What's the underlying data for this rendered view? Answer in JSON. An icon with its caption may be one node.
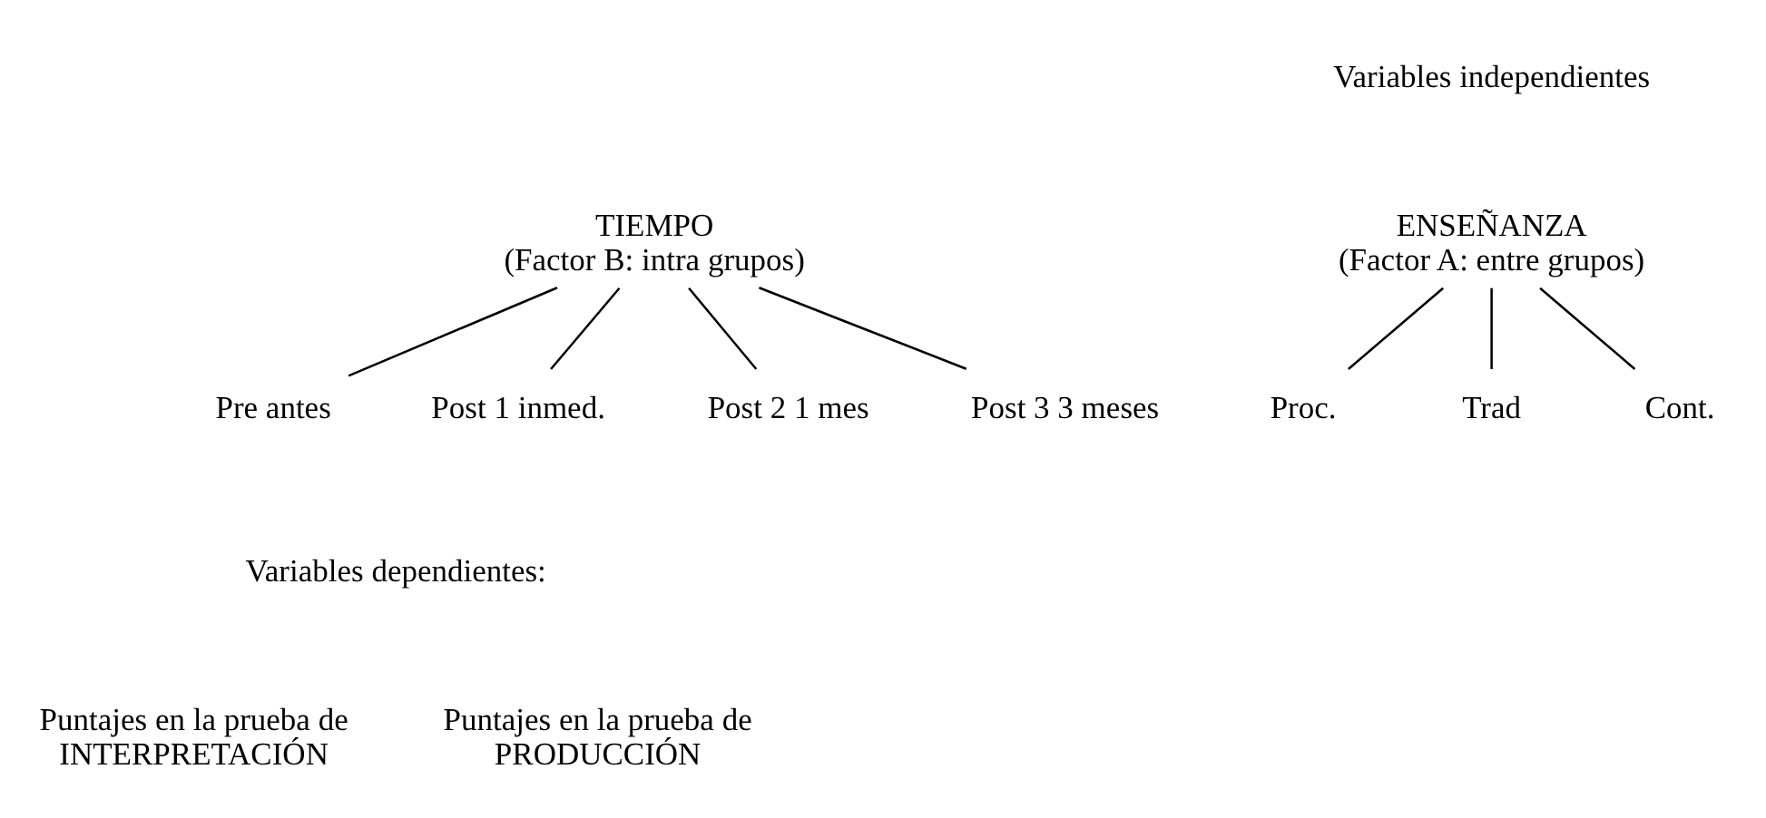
{
  "diagram": {
    "nodes": [
      {
        "text": [
          "ENSEÑANZA",
          "(Factor A: entre grupos)"
        ]
      },
      {
        "text": [
          "Proc."
        ]
      },
      {
        "text": [
          "Trad"
        ]
      },
      {
        "text": [
          "Cont."
        ]
      },
      {
        "text": [
          "TIEMPO",
          "(Factor B: intra grupos)"
        ]
      },
      {
        "text": [
          "Pre antes"
        ]
      },
      {
        "text": [
          "Post 1 inmed."
        ]
      },
      {
        "text": [
          "Post 2 1 mes"
        ]
      },
      {
        "text": [
          "Post 3 3 meses"
        ]
      }
    ],
    "edges": [
      {
        "from": 0,
        "to": 1,
        "arrow": "none"
      },
      {
        "from": 0,
        "to": 2,
        "arrow": "none"
      },
      {
        "from": 0,
        "to": 3,
        "arrow": "none"
      },
      {
        "from": 4,
        "to": 5,
        "arrow": "none"
      },
      {
        "from": 4,
        "to": 6,
        "arrow": "none"
      },
      {
        "from": 4,
        "to": 7,
        "arrow": "none"
      },
      {
        "from": 4,
        "to": 8,
        "arrow": "none"
      }
    ],
    "labels": [
      "Variables independientes",
      "Variables dependientes:",
      "Puntajes en la prueba de INTERPRETACIÓN",
      "Puntajes en la prueba de PRODUCCIÓN"
    ]
  }
}
